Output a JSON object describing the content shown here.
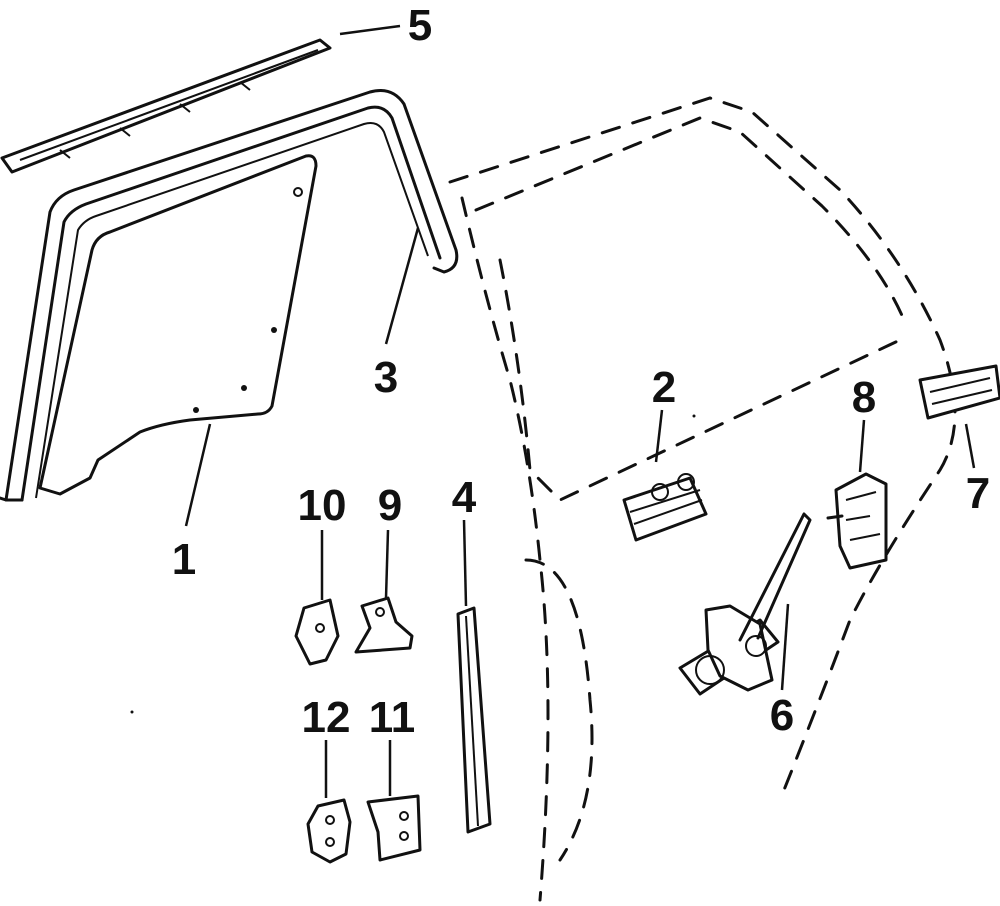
{
  "diagram": {
    "callouts": [
      {
        "id": "1",
        "label": "1",
        "part": "door glass"
      },
      {
        "id": "2",
        "label": "2",
        "part": "door handle"
      },
      {
        "id": "3",
        "label": "3",
        "part": "glass run channel"
      },
      {
        "id": "4",
        "label": "4",
        "part": "rear run channel"
      },
      {
        "id": "5",
        "label": "5",
        "part": "belt weatherstrip"
      },
      {
        "id": "6",
        "label": "6",
        "part": "window regulator"
      },
      {
        "id": "7",
        "label": "7",
        "part": "outside handle"
      },
      {
        "id": "8",
        "label": "8",
        "part": "door lock"
      },
      {
        "id": "9",
        "label": "9",
        "part": "upper hinge"
      },
      {
        "id": "10",
        "label": "10",
        "part": "upper hinge"
      },
      {
        "id": "11",
        "label": "11",
        "part": "lower hinge"
      },
      {
        "id": "12",
        "label": "12",
        "part": "lower hinge"
      }
    ]
  }
}
